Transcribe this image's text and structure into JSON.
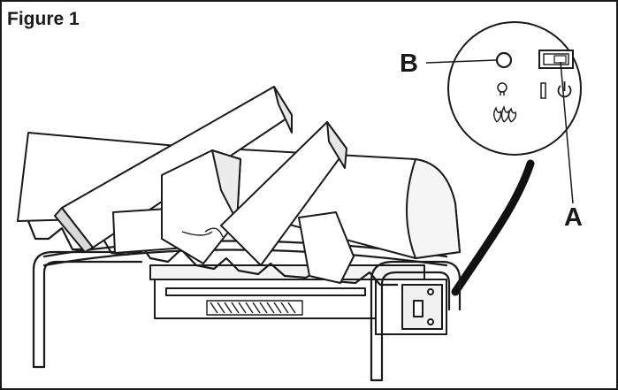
{
  "figure": {
    "title": "Figure 1",
    "callouts": {
      "b": "B",
      "a": "A"
    }
  },
  "icons": [
    "light-bulb-icon",
    "flame-icon",
    "power-off-icon",
    "power-on-icon",
    "rocker-switch-icon",
    "indicator-lamp-icon"
  ],
  "colors": {
    "line": "#1a1a1a",
    "fill": "#ffffff",
    "shade": "#cfcfcf",
    "cable": "#111111"
  }
}
